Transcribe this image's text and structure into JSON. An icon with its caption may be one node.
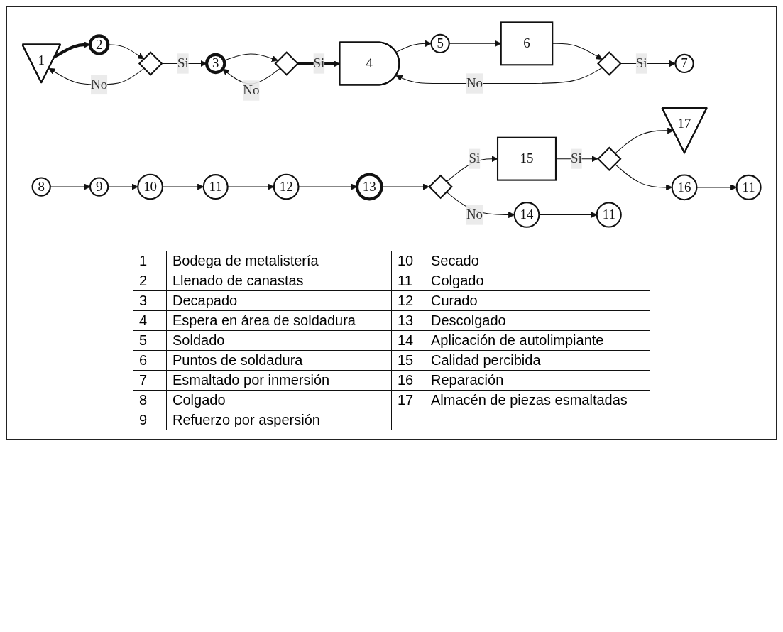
{
  "diagram": {
    "nodes": [
      {
        "text": [
          "1"
        ]
      },
      {
        "text": [
          "2"
        ]
      },
      {
        "text": [],
        "shape": "diamond"
      },
      {
        "text": [
          "3"
        ]
      },
      {
        "text": [],
        "shape": "diamond"
      },
      {
        "text": [
          "4"
        ]
      },
      {
        "text": [
          "5"
        ]
      },
      {
        "text": [
          "6"
        ]
      },
      {
        "text": [],
        "shape": "diamond"
      },
      {
        "text": [
          "7"
        ]
      },
      {
        "text": [
          "8"
        ]
      },
      {
        "text": [
          "9"
        ]
      },
      {
        "text": [
          "10"
        ]
      },
      {
        "text": [
          "11"
        ]
      },
      {
        "text": [
          "12"
        ]
      },
      {
        "text": [
          "13"
        ]
      },
      {
        "text": [],
        "shape": "diamond"
      },
      {
        "text": [
          "15"
        ]
      },
      {
        "text": [],
        "shape": "diamond"
      },
      {
        "text": [
          "17"
        ]
      },
      {
        "text": [
          "11"
        ]
      },
      {
        "text": [
          "14"
        ]
      },
      {
        "text": [
          "11"
        ]
      },
      {
        "text": [
          "16"
        ]
      }
    ],
    "edges": [
      {
        "from": 0,
        "to": 1,
        "arrow": "to",
        "style": "thick"
      },
      {
        "from": 1,
        "to": 2,
        "arrow": "to"
      },
      {
        "from": 2,
        "to": 3,
        "arrow": "to",
        "label": "Si"
      },
      {
        "from": 2,
        "to": 0,
        "arrow": "to",
        "label": "No"
      },
      {
        "from": 3,
        "to": 4,
        "arrow": "to"
      },
      {
        "from": 4,
        "to": 5,
        "arrow": "to",
        "label": "Si",
        "style": "thick"
      },
      {
        "from": 4,
        "to": 3,
        "arrow": "to",
        "label": "No"
      },
      {
        "from": 5,
        "to": 6,
        "arrow": "to"
      },
      {
        "from": 6,
        "to": 7,
        "arrow": "to"
      },
      {
        "from": 7,
        "to": 8,
        "arrow": "to"
      },
      {
        "from": 8,
        "to": 9,
        "arrow": "to",
        "label": "Si"
      },
      {
        "from": 8,
        "to": 5,
        "arrow": "to",
        "label": "No"
      },
      {
        "from": 10,
        "to": 11,
        "arrow": "to"
      },
      {
        "from": 11,
        "to": 12,
        "arrow": "to"
      },
      {
        "from": 12,
        "to": 13,
        "arrow": "to"
      },
      {
        "from": 13,
        "to": 14,
        "arrow": "to"
      },
      {
        "from": 14,
        "to": 15,
        "arrow": "to"
      },
      {
        "from": 15,
        "to": 16,
        "arrow": "to"
      },
      {
        "from": 16,
        "to": 17,
        "arrow": "to",
        "label": "Si"
      },
      {
        "from": 16,
        "to": 21,
        "arrow": "to",
        "label": "No"
      },
      {
        "from": 17,
        "to": 18,
        "arrow": "to",
        "label": "Si"
      },
      {
        "from": 18,
        "to": 19,
        "arrow": "to"
      },
      {
        "from": 18,
        "to": 23,
        "arrow": "to"
      },
      {
        "from": 21,
        "to": 20,
        "arrow": "to"
      },
      {
        "from": 23,
        "to": 22,
        "arrow": "to"
      }
    ],
    "labels": [
      "1",
      "Bodega de metalistería",
      "10",
      "Secado",
      "2",
      "Llenado de canastas",
      "11",
      "Colgado",
      "3",
      "Decapado",
      "12",
      "Curado",
      "4",
      "Espera en área de soldadura",
      "13",
      "Descolgado",
      "5",
      "Soldado",
      "14",
      "Aplicación de autolimpiante",
      "6",
      "Puntos de soldadura",
      "15",
      "Calidad percibida",
      "7",
      "Esmaltado por inmersión",
      "16",
      "Reparación",
      "8",
      "Colgado",
      "17",
      "Almacén de piezas esmaltadas",
      "9",
      "Refuerzo por aspersión"
    ]
  }
}
